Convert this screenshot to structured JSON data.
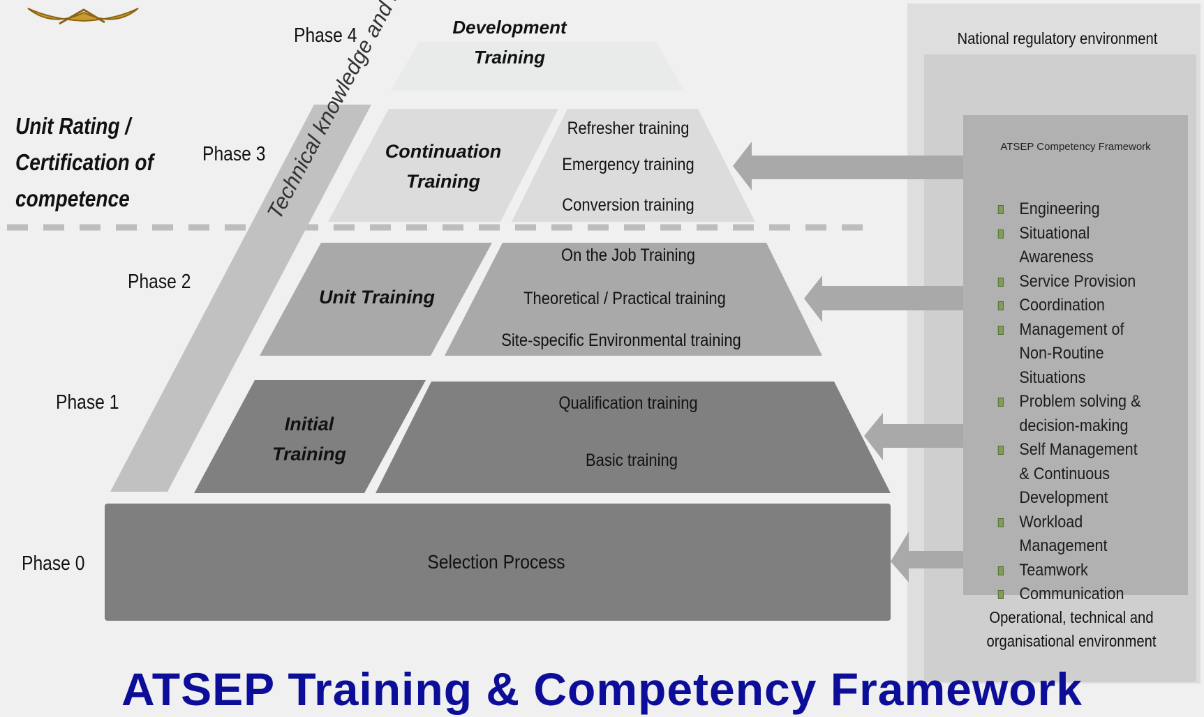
{
  "title": "ATSEP Training & Competency Framework",
  "phases": {
    "phase4": "Phase 4",
    "phase3": "Phase 3",
    "phase2": "Phase 2",
    "phase1": "Phase 1",
    "phase0": "Phase 0"
  },
  "pyramid": {
    "development": [
      "Development",
      "Training"
    ],
    "continuation": [
      "Continuation",
      "Training"
    ],
    "continuation_items": [
      "Refresher training",
      "Emergency training",
      "Conversion training"
    ],
    "unit": "Unit Training",
    "unit_items": [
      "On the Job Training",
      "Theoretical / Practical training",
      "Site-specific Environmental training"
    ],
    "initial": [
      "Initial",
      "Training"
    ],
    "initial_items": [
      "Qualification training",
      "Basic training"
    ],
    "selection": "Selection Process"
  },
  "unit_rating": [
    "Unit Rating /",
    "Certification of",
    "competence"
  ],
  "diagonal_label": "Technical knowledge and skills",
  "environment": {
    "national": "National regulatory environment",
    "framework_title": "ATSEP Competency Framework",
    "competencies": [
      "Engineering",
      "Situational Awareness",
      "Service Provision",
      "Coordination",
      "Management of Non-Routine Situations",
      "Problem solving & decision-making",
      "Self Management & Continuous Development",
      "Workload Management",
      "Teamwork",
      "Communication"
    ],
    "operational": [
      "Operational, technical and",
      "organisational environment"
    ]
  },
  "colors": {
    "title": "#0c0d98",
    "background": "#eff0ef",
    "layer3": "#dcdcdc",
    "layer2": "#a9a9a9",
    "layer1": "#808080",
    "base": "#7f7f7f",
    "bullet": "#7f9e5a"
  }
}
